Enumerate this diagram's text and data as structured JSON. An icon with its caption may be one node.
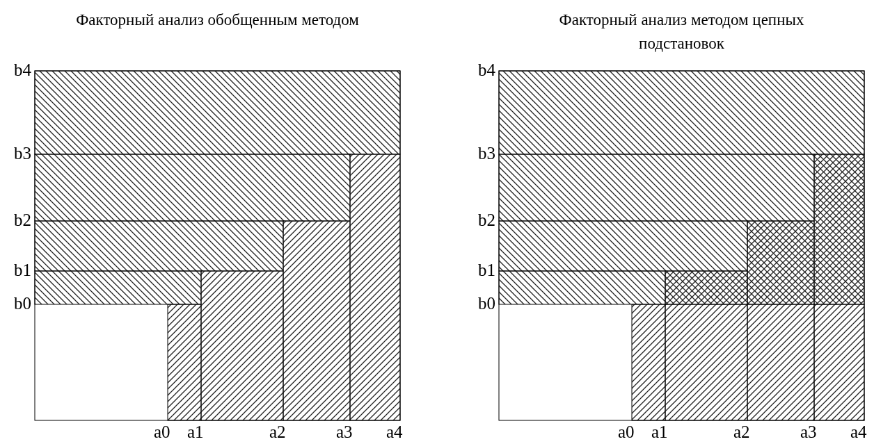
{
  "diagram": {
    "labels": [
      "Факторный анализ обобщенным методом",
      "b4",
      "b3",
      "b2",
      "b1",
      "b0",
      "a0",
      "a1",
      "a2",
      "a3",
      "a4",
      "Факторный анализ методом цепных подстановок",
      "b4",
      "b3",
      "b2",
      "b1",
      "b0",
      "a0",
      "a1",
      "a2",
      "a3",
      "a4"
    ]
  }
}
